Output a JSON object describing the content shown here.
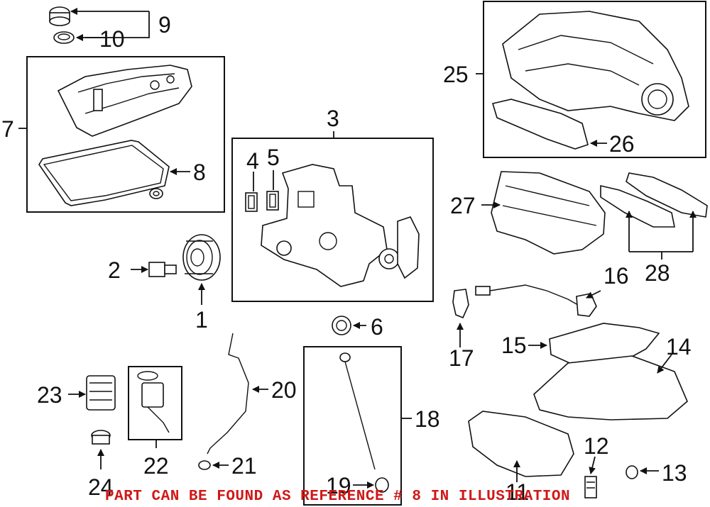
{
  "diagram": {
    "callouts": [
      "1",
      "2",
      "3",
      "4",
      "5",
      "6",
      "7",
      "8",
      "9",
      "10",
      "11",
      "12",
      "13",
      "14",
      "15",
      "16",
      "17",
      "18",
      "19",
      "20",
      "21",
      "22",
      "23",
      "24",
      "25",
      "26",
      "27",
      "28"
    ],
    "note": "PART CAN BE FOUND AS REFERENCE # 8 IN ILLUSTRATION",
    "note_color": "#d01818"
  }
}
